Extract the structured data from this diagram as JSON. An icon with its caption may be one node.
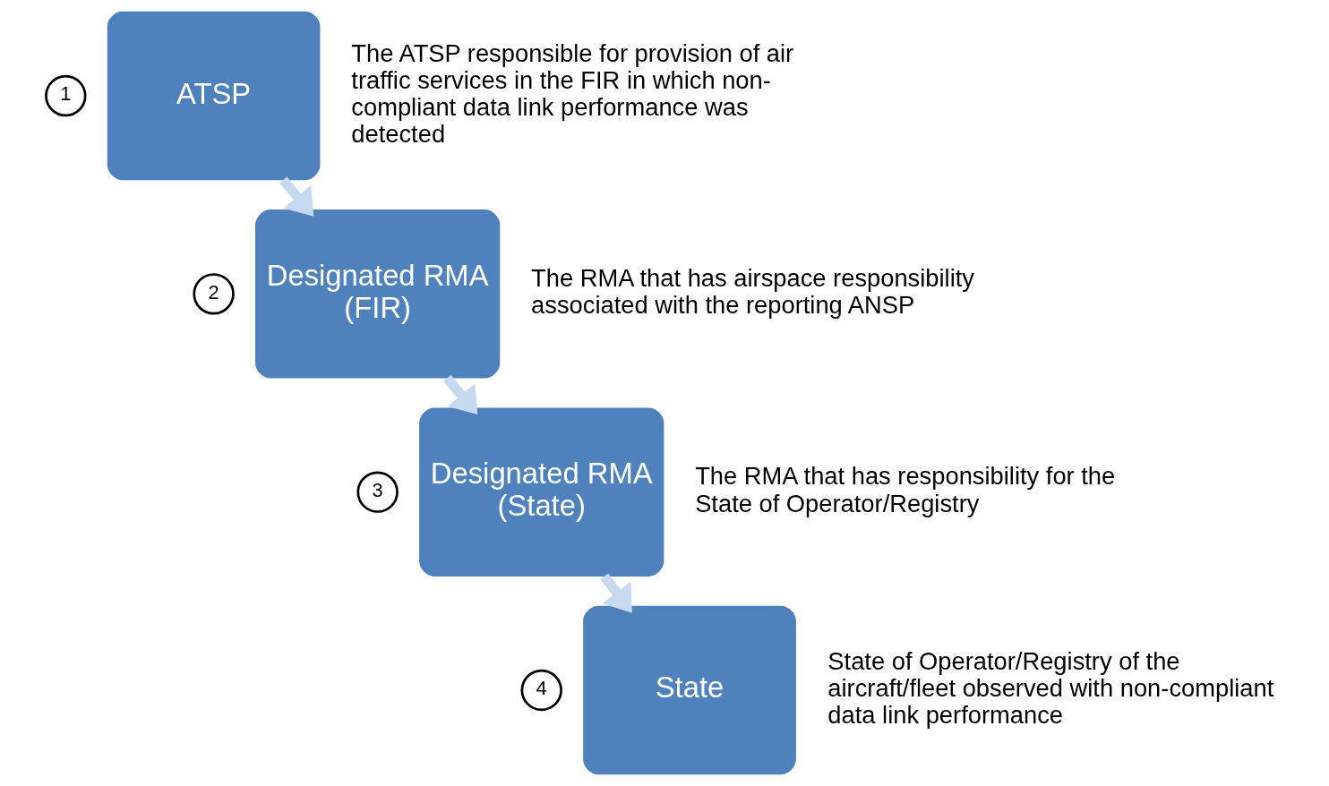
{
  "diagram": {
    "nodes": [
      {
        "text": [
          "1"
        ]
      },
      {
        "text": [
          "ATSP"
        ],
        "beside": [
          "The ATSP responsible for provision of air traffic services in the FIR in which non-compliant data link performance was detected"
        ]
      },
      {
        "text": [
          "2"
        ]
      },
      {
        "text": [
          "Designated RMA",
          "(FIR)"
        ],
        "beside": [
          "The RMA that has airspace responsibility associated with the reporting ANSP"
        ]
      },
      {
        "text": [
          "3"
        ]
      },
      {
        "text": [
          "Designated RMA",
          "(State)"
        ],
        "beside": [
          "The RMA that has responsibility for the State of Operator/Registry"
        ]
      },
      {
        "text": [
          "4"
        ]
      },
      {
        "text": [
          "State"
        ],
        "beside": [
          "State of Operator/Registry of the aircraft/fleet observed with non-compliant data link performance"
        ]
      }
    ],
    "edges": [
      {
        "from": 1,
        "to": 3,
        "arrow": "to"
      },
      {
        "from": 3,
        "to": 5,
        "arrow": "to"
      },
      {
        "from": 5,
        "to": 7,
        "arrow": "to"
      }
    ]
  }
}
